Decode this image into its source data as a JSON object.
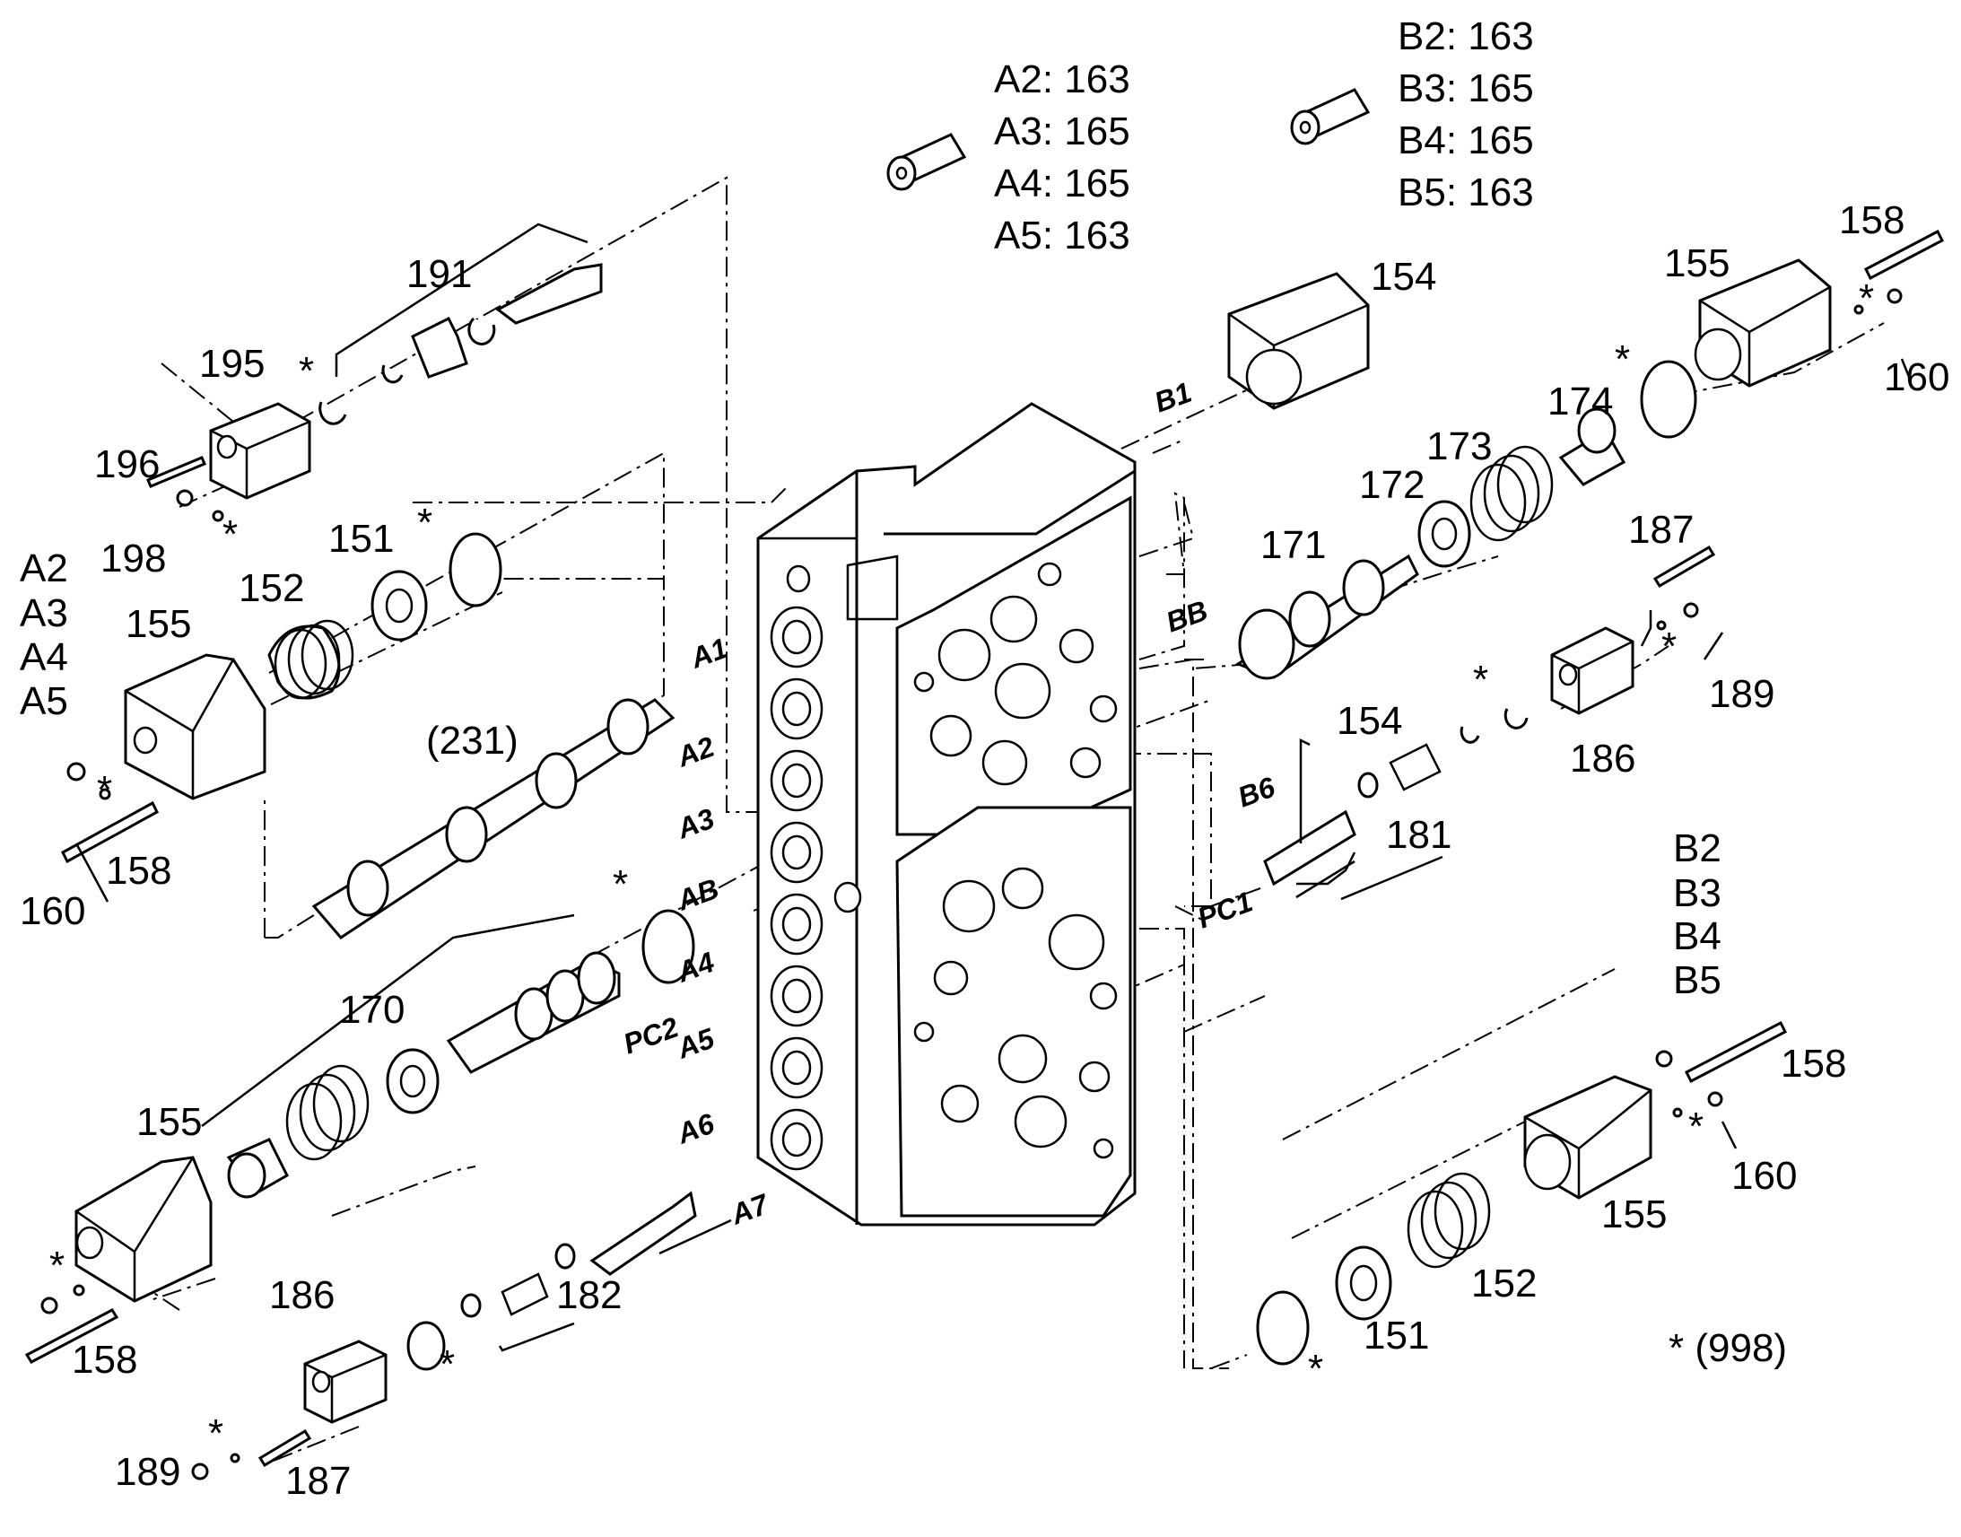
{
  "callouts": {
    "p151": "151",
    "p152": "152",
    "p154": "154",
    "p155": "155",
    "p158": "158",
    "p160": "160",
    "p170": "170",
    "p171": "171",
    "p172": "172",
    "p173": "173",
    "p174": "174",
    "p181": "181",
    "p182": "182",
    "p186": "186",
    "p187": "187",
    "p189": "189",
    "p191": "191",
    "p195": "195",
    "p196": "196",
    "p198": "198",
    "p231": "(231)",
    "A2": "A2",
    "A3": "A3",
    "A4": "A4",
    "A5": "A5",
    "B2": "B2",
    "B3": "B3",
    "B4": "B4",
    "B5": "B5",
    "asterisk": "*",
    "footnote": "* (998)"
  },
  "ports": {
    "A1": "A1",
    "A2": "A2",
    "A3": "A3",
    "AB": "AB",
    "A4": "A4",
    "PC2": "PC2",
    "A5": "A5",
    "A6": "A6",
    "A7": "A7",
    "B1": "B1",
    "BB": "BB",
    "B6": "B6",
    "PC1": "PC1"
  },
  "spool_tables": {
    "A": [
      "A2:  163",
      "A3:  165",
      "A4:  165",
      "A5:  163"
    ],
    "B": [
      "B2:  163",
      "B3:  165",
      "B4:  165",
      "B5:  163"
    ]
  }
}
